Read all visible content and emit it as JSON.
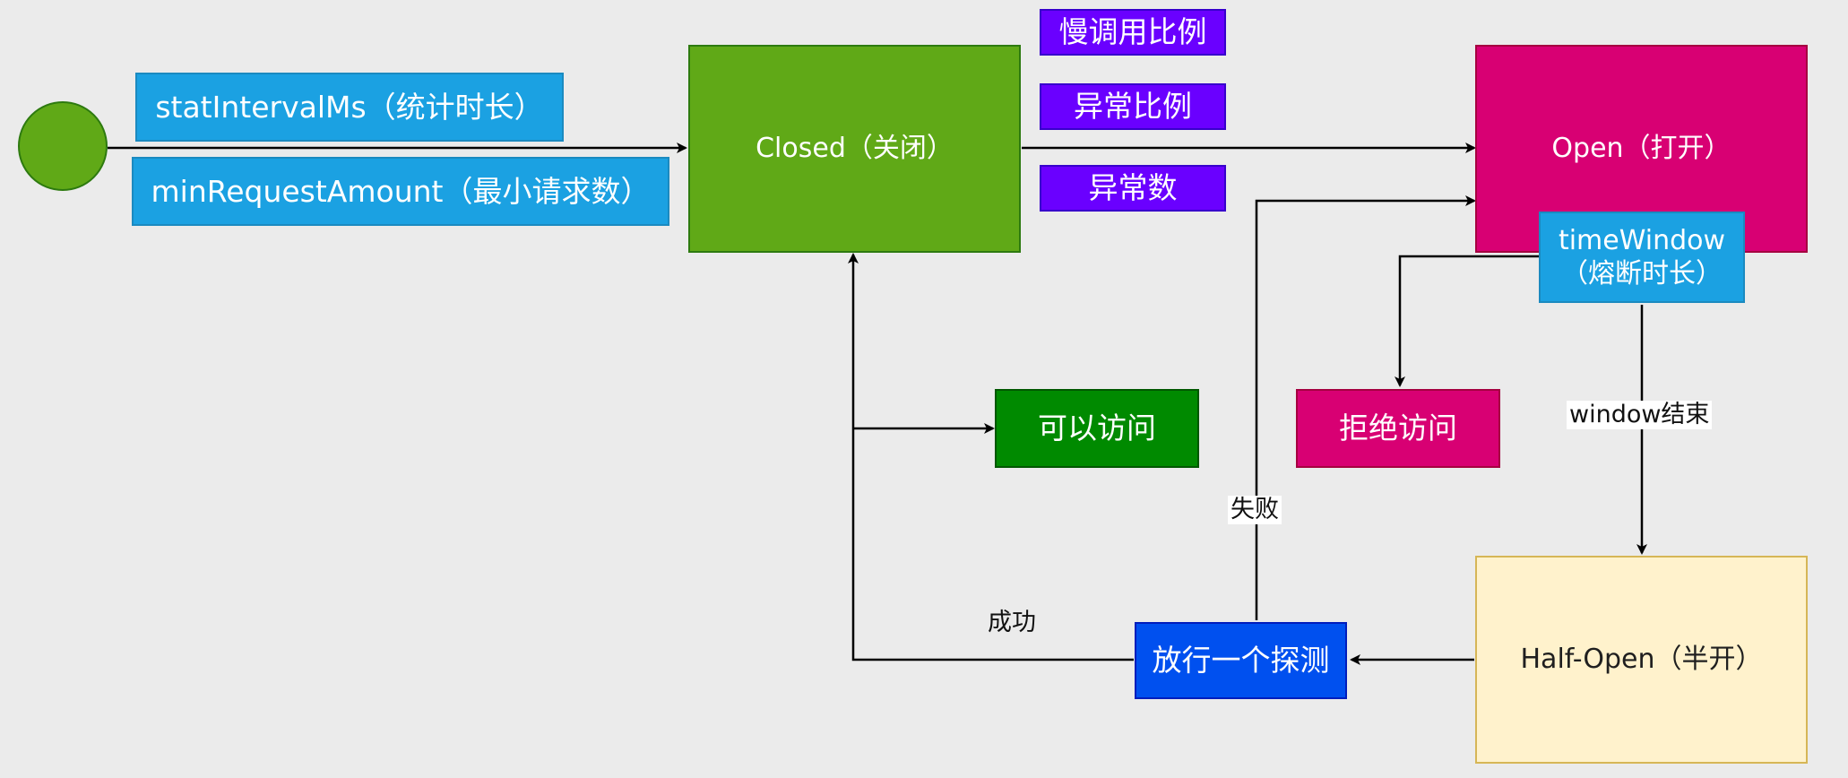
{
  "nodes": {
    "closed": "Closed（关闭）",
    "open": "Open（打开）",
    "half_open": "Half-Open（半开）",
    "stat_interval": "statIntervalMs（统计时长）",
    "min_request": "minRequestAmount（最小请求数）",
    "slow_ratio": "慢调用比例",
    "error_ratio": "异常比例",
    "error_count": "异常数",
    "time_window_line1": "timeWindow",
    "time_window_line2": "（熔断时长）",
    "allow_access": "可以访问",
    "deny_access": "拒绝访问",
    "probe": "放行一个探测"
  },
  "edge_labels": {
    "window_end": "window结束",
    "failure": "失败",
    "success": "成功"
  },
  "colors": {
    "background": "#ebebeb",
    "start_node": "#60a917",
    "closed": "#60a917",
    "open": "#d80073",
    "half_open": "#fff2cc",
    "half_open_border": "#d6b656",
    "parameter_blue": "#1ba1e2",
    "trigger_purple": "#6a00ff",
    "allow_green": "#008a00",
    "deny_pink": "#d80073",
    "probe_blue": "#0050ef",
    "edge": "#000000"
  }
}
